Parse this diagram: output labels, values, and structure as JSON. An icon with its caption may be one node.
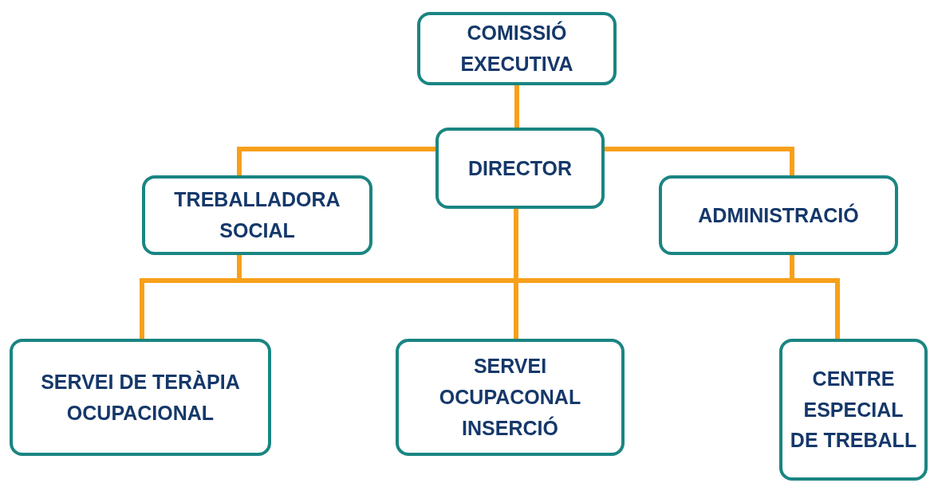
{
  "diagram": {
    "nodes": [
      {
        "text": [
          "COMISSIÓ EXECUTIVA"
        ]
      },
      {
        "text": [
          "DIRECTOR"
        ]
      },
      {
        "text": [
          "TREBALLADORA SOCIAL"
        ]
      },
      {
        "text": [
          "ADMINISTRACIÓ"
        ]
      },
      {
        "text": [
          "SERVEI DE TERÀPIA OCUPACIONAL"
        ]
      },
      {
        "text": [
          "SERVEI OCUPACONAL INSERCIÓ"
        ]
      },
      {
        "text": [
          "CENTRE ESPECIAL DE TREBALL"
        ]
      }
    ],
    "edges": [
      {
        "from": 0,
        "to": 1,
        "arrow": "none"
      },
      {
        "from": 1,
        "to": 2,
        "arrow": "none"
      },
      {
        "from": 1,
        "to": 3,
        "arrow": "none"
      },
      {
        "from": 1,
        "to": 4,
        "arrow": "none"
      },
      {
        "from": 1,
        "to": 5,
        "arrow": "none"
      },
      {
        "from": 1,
        "to": 6,
        "arrow": "none"
      },
      {
        "from": 2,
        "to": 4,
        "arrow": "none"
      },
      {
        "from": 2,
        "to": 5,
        "arrow": "none"
      },
      {
        "from": 2,
        "to": 6,
        "arrow": "none"
      },
      {
        "from": 3,
        "to": 4,
        "arrow": "none"
      },
      {
        "from": 3,
        "to": 5,
        "arrow": "none"
      },
      {
        "from": 3,
        "to": 6,
        "arrow": "none"
      }
    ]
  }
}
